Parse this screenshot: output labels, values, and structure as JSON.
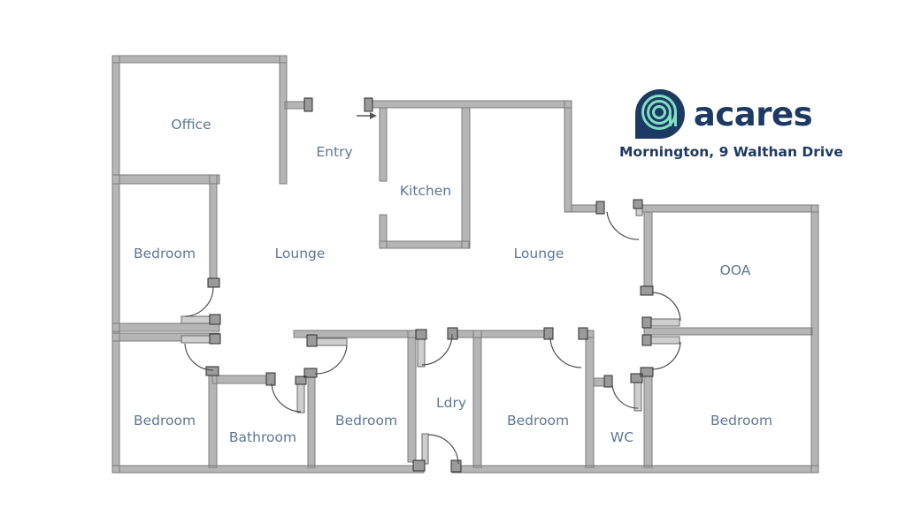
{
  "brand": {
    "name": "acares",
    "address": "Mornington, 9 Walthan Drive"
  },
  "theme": {
    "navy": "#1d3a63",
    "mint": "#7fe0c3",
    "label_color": "#5e7795",
    "wall_fill": "#b5b5b5",
    "wall_stroke": "#7c7c7c"
  },
  "floorplan": {
    "entry_arrow_direction": "right",
    "rooms": [
      {
        "id": "office",
        "label": "Office"
      },
      {
        "id": "entry",
        "label": "Entry"
      },
      {
        "id": "kitchen",
        "label": "Kitchen"
      },
      {
        "id": "lounge-left",
        "label": "Lounge"
      },
      {
        "id": "lounge-right",
        "label": "Lounge"
      },
      {
        "id": "ooa",
        "label": "OOA"
      },
      {
        "id": "bedroom-mid-left",
        "label": "Bedroom"
      },
      {
        "id": "bedroom-bottom-left",
        "label": "Bedroom"
      },
      {
        "id": "bathroom",
        "label": "Bathroom"
      },
      {
        "id": "bedroom-bottom-mid-left",
        "label": "Bedroom"
      },
      {
        "id": "laundry",
        "label": "Ldry"
      },
      {
        "id": "bedroom-bottom-mid-right",
        "label": "Bedroom"
      },
      {
        "id": "wc",
        "label": "WC"
      },
      {
        "id": "bedroom-bottom-right",
        "label": "Bedroom"
      }
    ]
  }
}
